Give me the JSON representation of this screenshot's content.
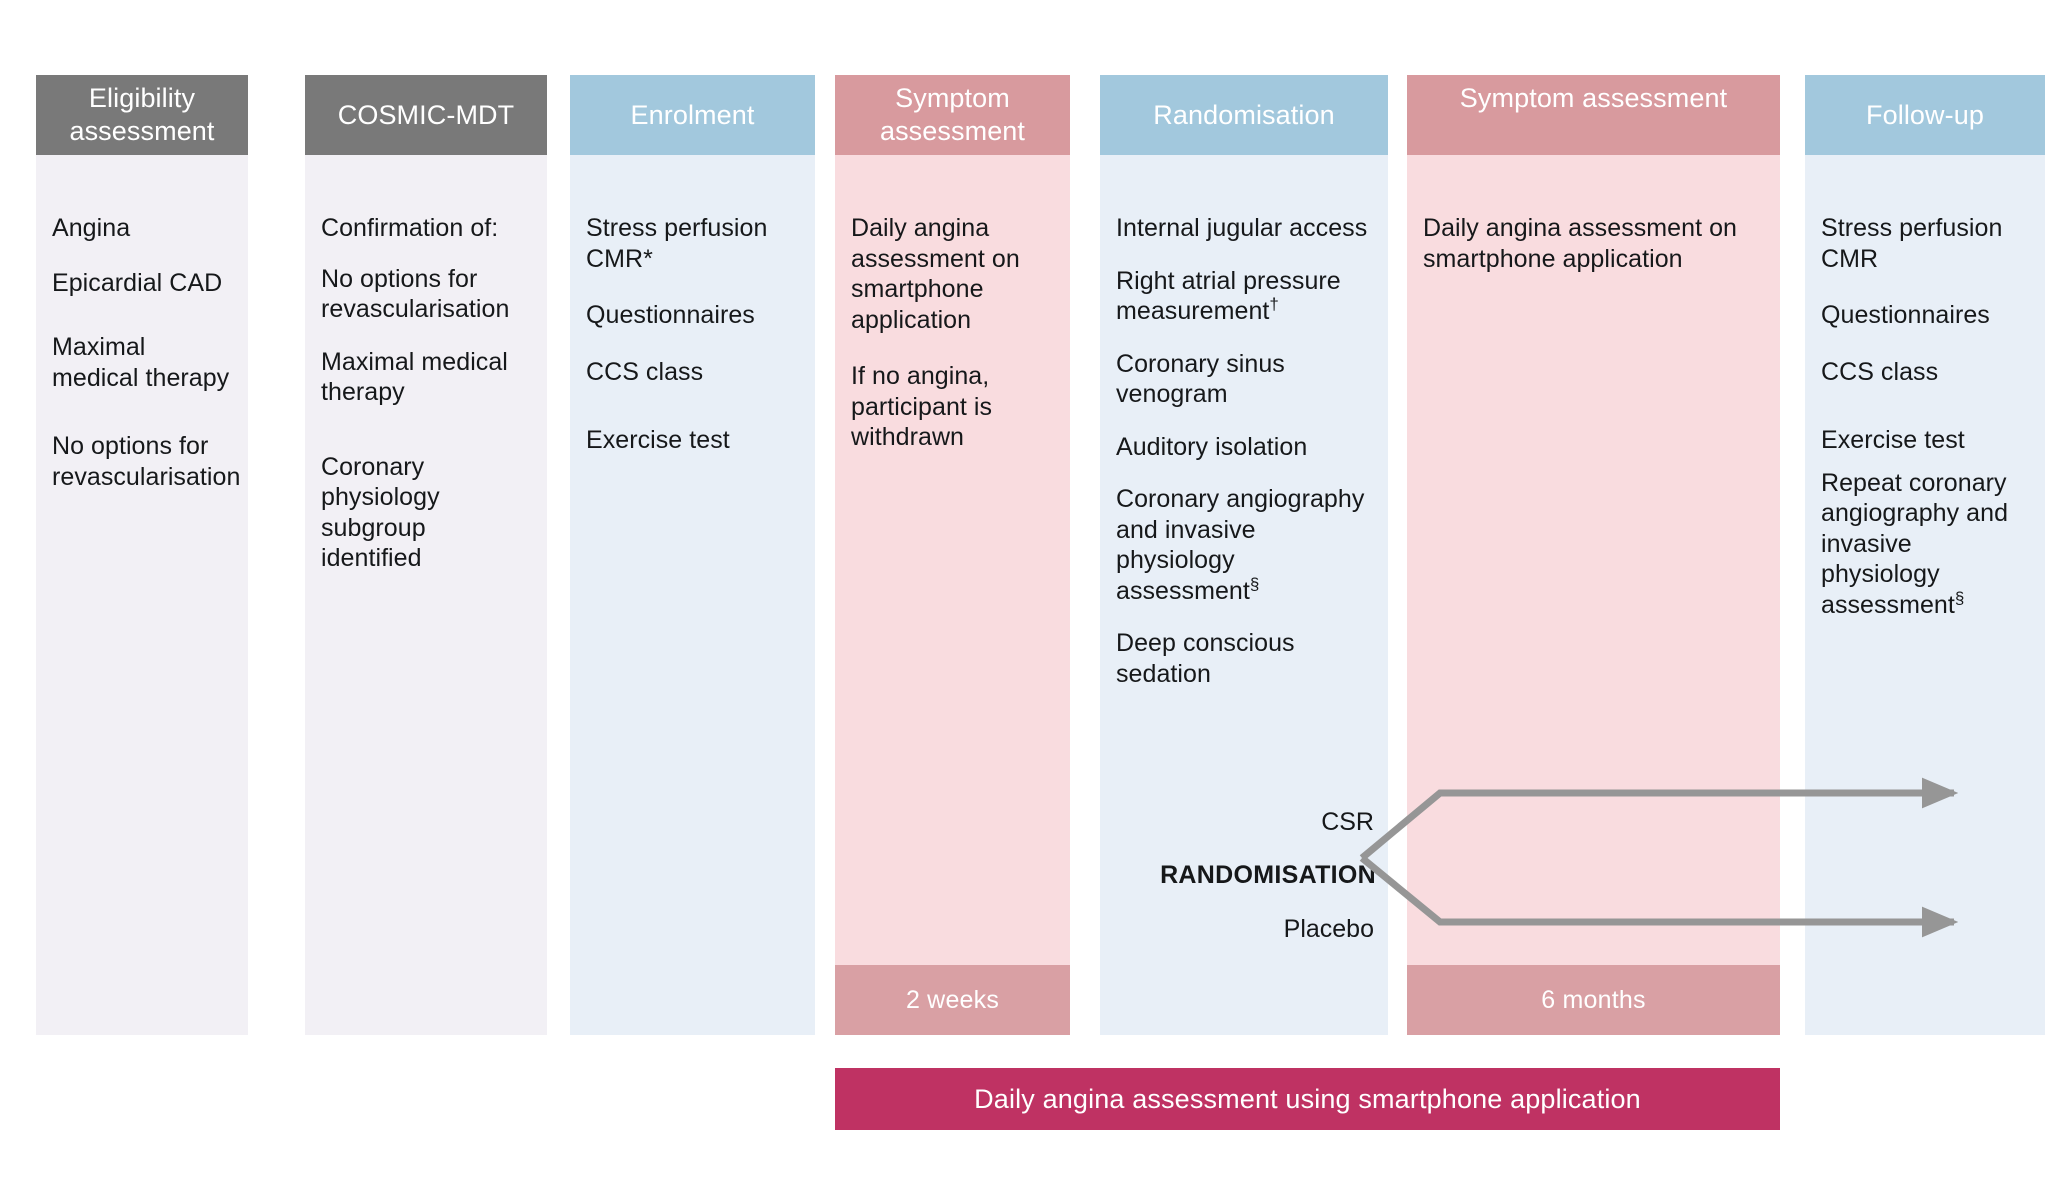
{
  "figure": {
    "title": "COSMIC trial participant flow diagram"
  },
  "colors": {
    "grey_header": "#797979",
    "grey_body": "#f2f0f5",
    "blue_header": "#a2c8dd",
    "blue_body": "#e8eff7",
    "pink_header": "#d89a9e",
    "pink_body": "#f9dcdf",
    "duration_bar": "#d9a0a4",
    "banner": "#bf3263",
    "arrow": "#969696",
    "text": "#16181a"
  },
  "columns": [
    {
      "id": "eligibility-assessment",
      "header": "Eligibility assessment",
      "theme": "grey",
      "items": [
        {
          "text": "Angina",
          "gap": "normal"
        },
        {
          "text": "Epicardial CAD",
          "gap": "normal"
        },
        {
          "text": "Maximal medical therapy",
          "gap": "large"
        },
        {
          "text": "No options for revascularisation",
          "gap": "normal"
        }
      ]
    },
    {
      "id": "cosmic-mdt",
      "header": "COSMIC-MDT",
      "theme": "grey",
      "items": [
        {
          "text": "Confirmation of:",
          "gap": "normal"
        },
        {
          "text": "No options for revascularisation",
          "gap": "normal"
        },
        {
          "text": "Maximal medical therapy",
          "gap": "large"
        },
        {
          "text": "Coronary physiology subgroup identified",
          "gap": "normal"
        }
      ]
    },
    {
      "id": "enrolment",
      "header": "Enrolment",
      "theme": "blue",
      "items": [
        {
          "text": "Stress perfusion CMR*",
          "gap": "normal"
        },
        {
          "text": "Questionnaires",
          "gap": "normal"
        },
        {
          "text": "CCS class",
          "gap": "normal"
        },
        {
          "text": "Exercise test",
          "gap": "normal"
        }
      ]
    },
    {
      "id": "symptom-assessment-1",
      "header": "Symptom assessment",
      "theme": "pink",
      "items": [
        {
          "text": "Daily angina assessment on smartphone application",
          "gap": "normal"
        },
        {
          "text": "If no angina, participant is withdrawn",
          "gap": "normal"
        }
      ],
      "duration": "2 weeks"
    },
    {
      "id": "randomisation",
      "header": "Randomisation",
      "theme": "blue",
      "items": [
        {
          "text": "Internal jugular access",
          "gap": "normal"
        },
        {
          "text": "Right atrial pressure measurement",
          "sup": "†",
          "gap": "normal"
        },
        {
          "text": "Coronary sinus venogram",
          "gap": "normal"
        },
        {
          "text": "Auditory isolation",
          "gap": "normal"
        },
        {
          "text": "Coronary angiography and invasive physiology assessment",
          "sup": "§",
          "gap": "normal"
        },
        {
          "text": "Deep conscious sedation",
          "gap": "normal"
        }
      ]
    },
    {
      "id": "symptom-assessment-2",
      "header": "Symptom assessment",
      "theme": "pink",
      "items": [
        {
          "text": "Daily angina assessment on smartphone application",
          "gap": "normal"
        }
      ],
      "duration": "6 months"
    },
    {
      "id": "follow-up",
      "header": "Follow-up",
      "theme": "blue",
      "items": [
        {
          "text": "Stress perfusion CMR",
          "gap": "normal"
        },
        {
          "text": "Questionnaires",
          "gap": "normal"
        },
        {
          "text": "CCS class",
          "gap": "normal"
        },
        {
          "text": "Exercise test",
          "gap": "normal"
        },
        {
          "text": "Repeat coronary angiography and invasive physiology assessment",
          "sup": "§",
          "gap": "normal"
        }
      ]
    }
  ],
  "randomisation_split": {
    "center_label": "RANDOMISATION",
    "upper_arm_label": "CSR",
    "lower_arm_label": "Placebo"
  },
  "durations": {
    "symptom_1": "2 weeks",
    "symptom_2": "6 months"
  },
  "banner": {
    "text": "Daily angina assessment using smartphone application"
  }
}
